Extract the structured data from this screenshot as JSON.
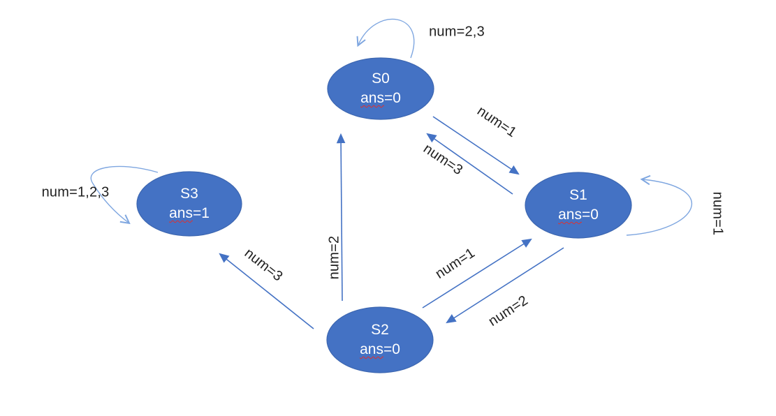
{
  "diagram": {
    "states": [
      {
        "name": "S0",
        "ans_prefix": "ans",
        "ans_suffix": "=0"
      },
      {
        "name": "S1",
        "ans_prefix": "ans",
        "ans_suffix": "=0"
      },
      {
        "name": "S2",
        "ans_prefix": "ans",
        "ans_suffix": "=0"
      },
      {
        "name": "S3",
        "ans_prefix": "ans",
        "ans_suffix": "=1"
      }
    ],
    "edges": {
      "s0_self": "num=2,3",
      "s0_to_s1": "num=1",
      "s1_to_s0": "num=3",
      "s1_self": "num=1",
      "s2_to_s0": "num=2",
      "s2_to_s1": "num=1",
      "s1_to_s2": "num=2",
      "s2_to_s3": "num=3",
      "s3_self": "num=1,2,3"
    },
    "colors": {
      "node_fill": "#4472c4",
      "node_border": "#3c66b0",
      "edge_line": "#4472c4",
      "loop_line": "#7ea6e0",
      "node_text": "#ffffff",
      "label_text": "#212121",
      "spellcheck_underline": "#e0302e"
    }
  }
}
